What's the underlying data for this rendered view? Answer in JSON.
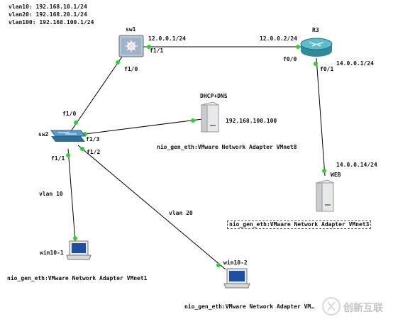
{
  "vlan_notes": [
    "vlan10: 192.168.10.1/24",
    "vlan20: 192.168.20.1/24",
    "vlan100: 192.168.100.1/24"
  ],
  "nodes": {
    "sw1": {
      "name": "sw1"
    },
    "r3": {
      "name": "R3"
    },
    "sw2": {
      "name": "sw2"
    },
    "dhcp": {
      "name": "DHCP+DNS",
      "ip": "192.168.100.100",
      "adapter": "nio_gen_eth:VMware Network Adapter VMnet8"
    },
    "web": {
      "name": "WEB",
      "ip": "14.0.0.14/24",
      "adapter": "nio_gen_eth:VMware Network Adapter VMnet3"
    },
    "win10_1": {
      "name": "win10-1",
      "adapter": "nio_gen_eth:VMware Network Adapter VMnet1"
    },
    "win10_2": {
      "name": "win10-2",
      "adapter": "nio_gen_eth:VMware Network Adapter VM…"
    }
  },
  "links": {
    "sw1_r3": {
      "left_ip": "12.0.0.1/24",
      "right_ip": "12.0.0.2/24",
      "left_port": "f1/1",
      "right_port": "f0/0"
    },
    "sw1_sw2": {
      "top_port": "f1/0",
      "bottom_port": "f1/0"
    },
    "sw2_dhcp": {
      "port": "f1/3"
    },
    "sw2_win1": {
      "port": "f1/1",
      "vlan": "vlan 10"
    },
    "sw2_win2": {
      "port": "f1/2",
      "vlan": "vlan 20"
    },
    "r3_web": {
      "port": "f0/1",
      "ip": "14.0.0.1/24"
    }
  },
  "watermark": {
    "text": "创新互联"
  }
}
